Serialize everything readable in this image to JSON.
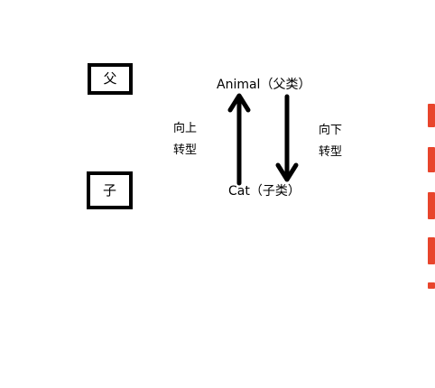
{
  "boxes": {
    "parent": "父",
    "child": "子"
  },
  "nodes": {
    "animal": "Animal（父类）",
    "cat": "Cat（子类）"
  },
  "notes": {
    "upcast_line1": "向上",
    "upcast_line2": "转型",
    "downcast_line1": "向下",
    "downcast_line2": "转型"
  },
  "colors": {
    "stroke": "#000000",
    "accent_red": "#e8452c"
  }
}
